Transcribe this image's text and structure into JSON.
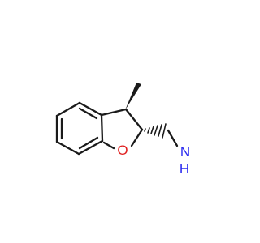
{
  "molecule": {
    "atoms": {
      "oxygen": {
        "symbol": "O",
        "color": "#e02020"
      },
      "nitrogen": {
        "symbol": "N",
        "color": "#2a2af0"
      },
      "amine_h": {
        "symbol": "H",
        "color": "#2a2af0"
      }
    },
    "bond_color": "#1a1a1a"
  }
}
